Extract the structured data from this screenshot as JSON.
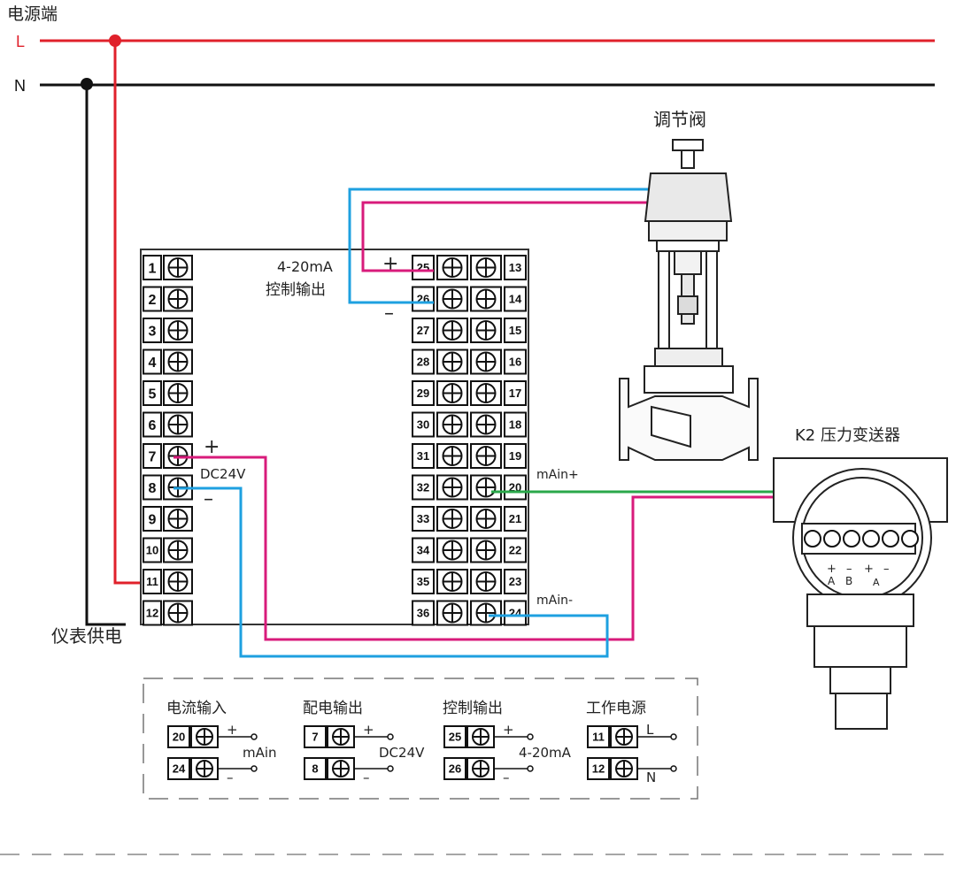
{
  "power": {
    "title": "电源端",
    "line_L": "L",
    "line_N": "N",
    "supply_label": "仪表供电"
  },
  "valve": {
    "title": "调节阀"
  },
  "transmitter": {
    "title": "K2 压力变送器",
    "labels": [
      "+",
      "–",
      "+",
      "–"
    ],
    "pins": [
      "A",
      "B",
      "A"
    ]
  },
  "controller": {
    "out_text": [
      "4-20mA",
      "控制输出"
    ],
    "dc_label": "DC24V",
    "plus": "+",
    "minus": "–",
    "left_terminals": [
      "1",
      "2",
      "3",
      "4",
      "5",
      "6",
      "7",
      "8",
      "9",
      "10",
      "11",
      "12"
    ],
    "mid_terminals": [
      "25",
      "26",
      "27",
      "28",
      "29",
      "30",
      "31",
      "32",
      "33",
      "34",
      "35",
      "36"
    ],
    "right_terminals": [
      "13",
      "14",
      "15",
      "16",
      "17",
      "18",
      "19",
      "20",
      "21",
      "22",
      "23",
      "24"
    ],
    "main_plus": "mAin+",
    "main_minus": "mAin-"
  },
  "legend": {
    "groups": [
      {
        "title": "电流输入",
        "t1": "20",
        "t2": "24",
        "s1": "+",
        "s2": "–",
        "note": "mAin"
      },
      {
        "title": "配电输出",
        "t1": "7",
        "t2": "8",
        "s1": "+",
        "s2": "–",
        "note": "DC24V"
      },
      {
        "title": "控制输出",
        "t1": "25",
        "t2": "26",
        "s1": "+",
        "s2": "–",
        "note": "4-20mA"
      },
      {
        "title": "工作电源",
        "t1": "11",
        "t2": "12",
        "s1": "L",
        "s2": "N",
        "note": ""
      }
    ]
  },
  "colors": {
    "line_L": "#e0212b",
    "line_N": "#111111",
    "wire_magenta": "#d81b7b",
    "wire_blue": "#1ea0e0",
    "wire_green": "#2aa84a"
  }
}
